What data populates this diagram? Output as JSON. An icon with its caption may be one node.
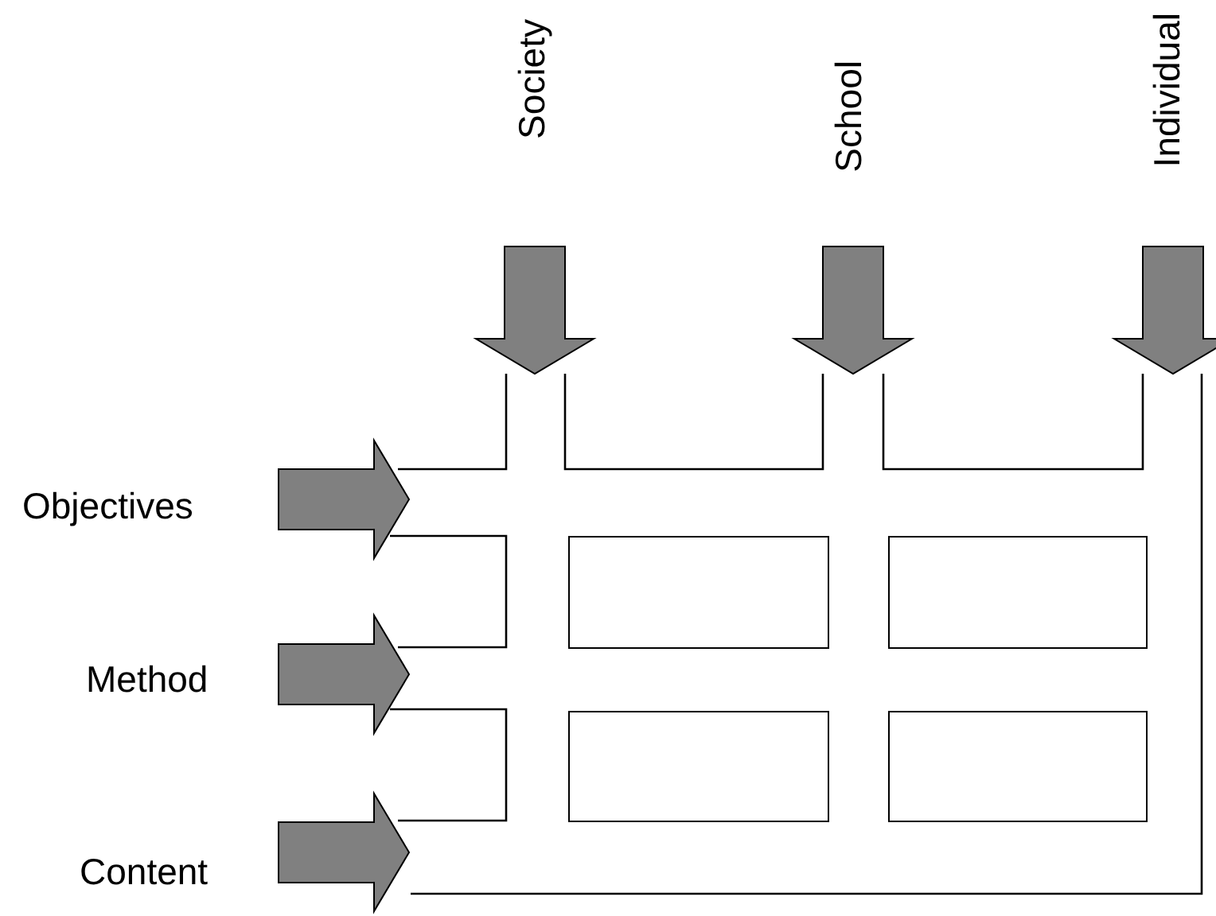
{
  "diagram": {
    "nodes": [
      {
        "text": [],
        "shape": "box"
      },
      {
        "text": [],
        "shape": "box"
      },
      {
        "text": [],
        "shape": "box"
      },
      {
        "text": [],
        "shape": "box"
      }
    ],
    "labels": [
      "Society",
      "School",
      "Individual",
      "Objectives",
      "Method",
      "Content"
    ]
  }
}
